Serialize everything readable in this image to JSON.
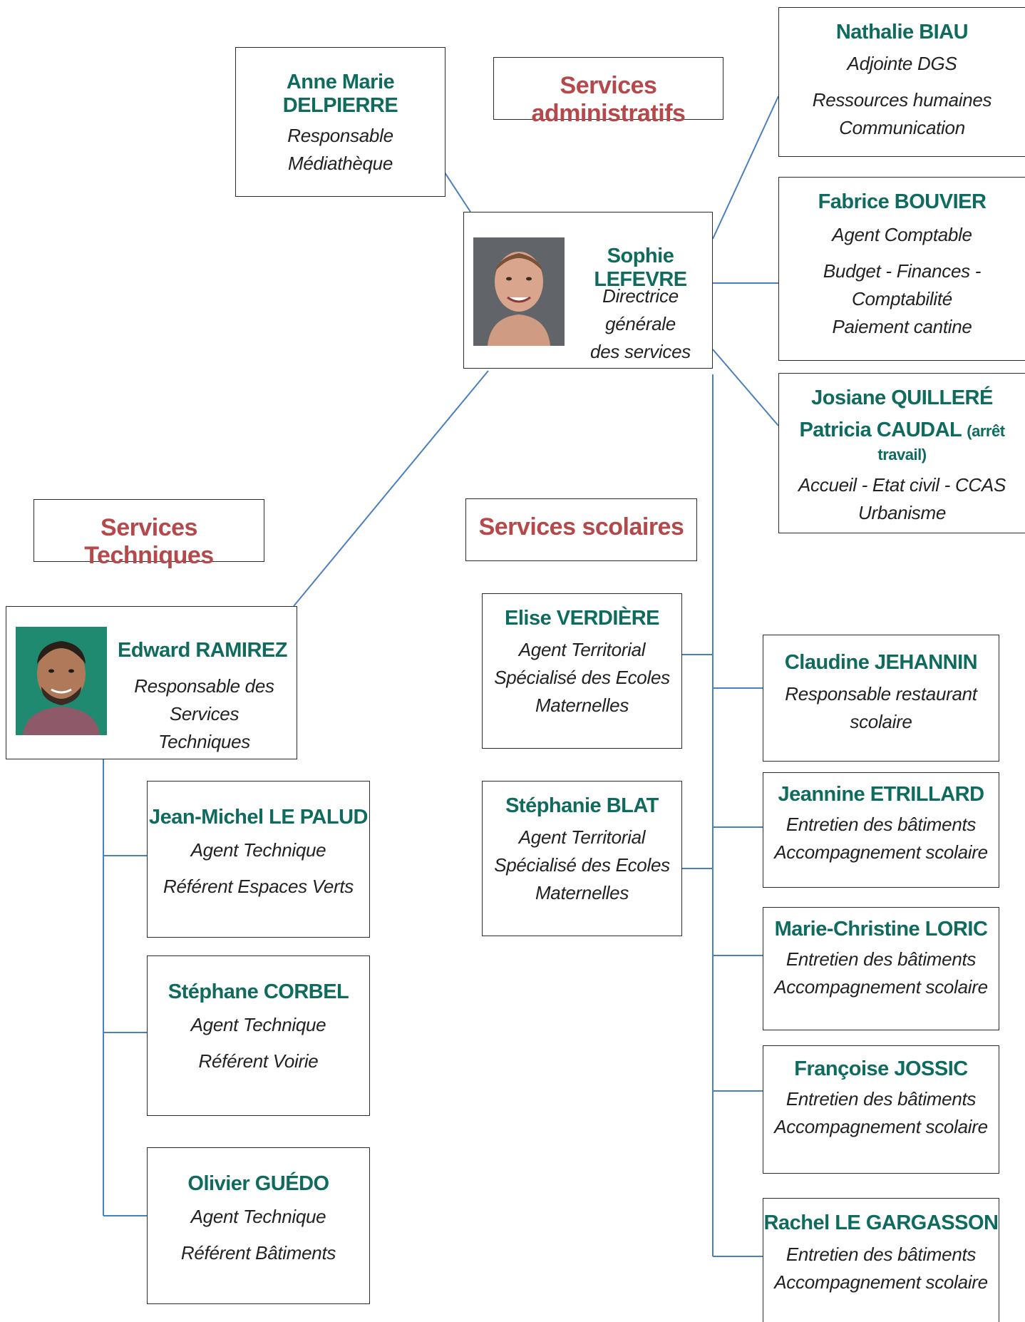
{
  "sections": {
    "admin": "Services administratifs",
    "tech": "Services Techniques",
    "school": "Services scolaires"
  },
  "dgs": {
    "name": "Sophie LEFEVRE",
    "role": [
      "Directrice générale",
      "des services"
    ]
  },
  "mediatheque": {
    "name": "Anne Marie DELPIERRE",
    "role": [
      "Responsable",
      "Médiathèque"
    ]
  },
  "biau": {
    "name": "Nathalie BIAU",
    "role": [
      "Adjointe DGS",
      "Ressources humaines",
      "Communication"
    ]
  },
  "bouvier": {
    "name": "Fabrice BOUVIER",
    "role": [
      "Agent Comptable",
      "Budget - Finances - Comptabilité",
      "Paiement cantine"
    ]
  },
  "accueil": {
    "name1": "Josiane QUILLERÉ",
    "name2": "Patricia CAUDAL",
    "note": "(arrêt travail)",
    "role": [
      "Accueil - Etat civil - CCAS",
      "Urbanisme"
    ]
  },
  "ramirez": {
    "name": "Edward RAMIREZ",
    "role": [
      "Responsable des Services",
      "Techniques"
    ]
  },
  "lepalud": {
    "name": "Jean-Michel LE PALUD",
    "role": [
      "Agent Technique",
      "Référent Espaces Verts"
    ]
  },
  "corbel": {
    "name": "Stéphane CORBEL",
    "role": [
      "Agent Technique",
      "Référent Voirie"
    ]
  },
  "guedo": {
    "name": "Olivier GUÉDO",
    "role": [
      "Agent Technique",
      "Référent Bâtiments"
    ]
  },
  "verdiere": {
    "name": "Elise VERDIÈRE",
    "role": [
      "Agent Territorial",
      "Spécialisé des Ecoles",
      "Maternelles"
    ]
  },
  "blat": {
    "name": "Stéphanie BLAT",
    "role": [
      "Agent Territorial",
      "Spécialisé des Ecoles",
      "Maternelles"
    ]
  },
  "jehannin": {
    "name": "Claudine JEHANNIN",
    "role": [
      "Responsable restaurant",
      "scolaire"
    ]
  },
  "etrillard": {
    "name": "Jeannine ETRILLARD",
    "role": [
      "Entretien des bâtiments",
      "Accompagnement scolaire"
    ]
  },
  "loric": {
    "name": "Marie-Christine LORIC",
    "role": [
      "Entretien des bâtiments",
      "Accompagnement scolaire"
    ]
  },
  "jossic": {
    "name": "Françoise JOSSIC",
    "role": [
      "Entretien des bâtiments",
      "Accompagnement scolaire"
    ]
  },
  "legargasson": {
    "name": "Rachel LE GARGASSON",
    "role": [
      "Entretien des bâtiments",
      "Accompagnement scolaire"
    ]
  },
  "colors": {
    "name": "#0f6b5e",
    "section": "#b5484a",
    "line": "#4a7fc0",
    "border": "#2b2b2b"
  }
}
